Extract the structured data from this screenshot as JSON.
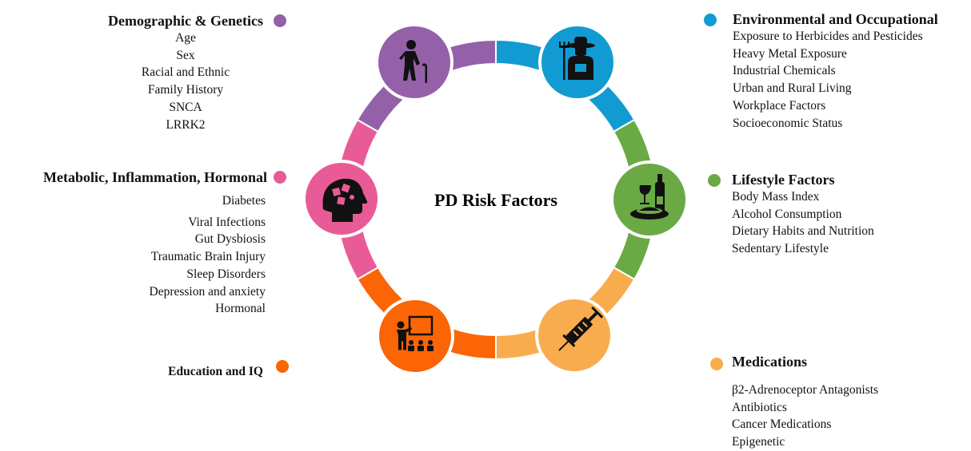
{
  "center_title": "PD Risk Factors",
  "colors": {
    "demographic": "#9461a9",
    "environmental": "#129bd2",
    "lifestyle": "#6aaa45",
    "medications": "#f9ac4e",
    "education": "#fb6505",
    "metabolic": "#e95b96",
    "icon": "#111111"
  },
  "categories": {
    "demographic": {
      "title": "Demographic & Genetics",
      "icon": "elderly-person-icon",
      "items": [
        "Age",
        "Sex",
        "Racial and Ethnic",
        "Family History",
        "SNCA",
        "LRRK2"
      ]
    },
    "environmental": {
      "title": "Environmental and Occupational",
      "icon": "farmer-icon",
      "items": [
        "Exposure to Herbicides and Pesticides",
        "Heavy Metal Exposure",
        "Industrial Chemicals",
        "Urban and Rural Living",
        "Workplace Factors",
        "Socioeconomic Status"
      ]
    },
    "lifestyle": {
      "title": "Lifestyle Factors",
      "icon": "food-and-wine-icon",
      "items": [
        "Body Mass Index",
        "Alcohol Consumption",
        "Dietary Habits and Nutrition",
        "Sedentary Lifestyle"
      ]
    },
    "medications": {
      "title": "Medications",
      "icon": "syringe-icon",
      "items": [
        "β2-Adrenoceptor Antagonists",
        "Antibiotics",
        "Cancer Medications",
        "Epigenetic"
      ]
    },
    "education": {
      "title": "Education and IQ",
      "icon": "teacher-classroom-icon",
      "items": []
    },
    "metabolic": {
      "title": "Metabolic, Inflammation, Hormonal",
      "icon": "brain-puzzle-icon",
      "items": [
        "Diabetes",
        "Viral Infections",
        "Gut Dysbiosis",
        "Traumatic Brain Injury",
        "Sleep Disorders",
        "Depression and anxiety",
        "Hormonal"
      ]
    }
  }
}
